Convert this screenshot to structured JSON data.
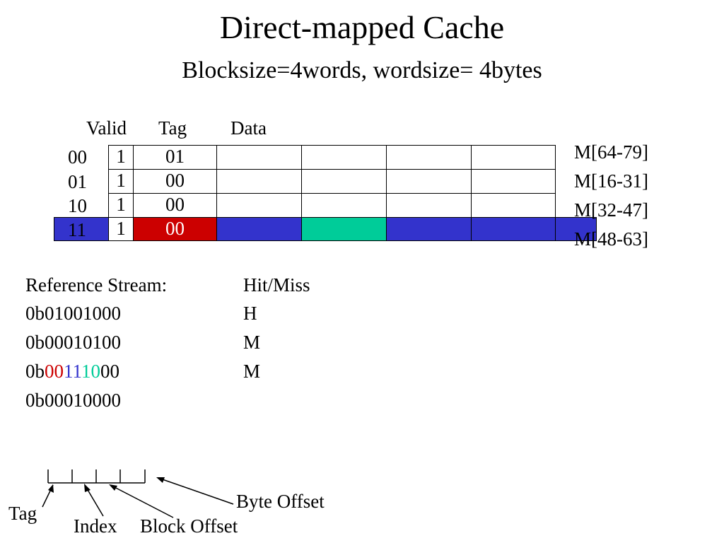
{
  "title": "Direct-mapped Cache",
  "subtitle": "Blocksize=4words, wordsize= 4bytes",
  "cache": {
    "headers": {
      "valid": "Valid",
      "tag": "Tag",
      "data": "Data"
    },
    "rows": [
      {
        "index": "00",
        "valid": "1",
        "tag": "01",
        "mem": "M[64-79]"
      },
      {
        "index": "01",
        "valid": "1",
        "tag": "00",
        "mem": "M[16-31]"
      },
      {
        "index": "10",
        "valid": "1",
        "tag": "00",
        "mem": "M[32-47]"
      },
      {
        "index": "11",
        "valid": "1",
        "tag": "00",
        "mem": "M[48-63]"
      }
    ]
  },
  "reference": {
    "stream_header": "Reference Stream:",
    "hitmiss_header": "Hit/Miss",
    "entries": [
      {
        "addr": "0b01001000",
        "result": "H"
      },
      {
        "addr": "0b00010100",
        "result": "M"
      },
      {
        "addr_parts": [
          "0b",
          "00",
          "11",
          "10",
          "00"
        ],
        "result": "M"
      },
      {
        "addr": "0b00010000",
        "result": ""
      }
    ]
  },
  "address_fields": {
    "tag": "Tag",
    "index": "Index",
    "block_offset": "Block Offset",
    "byte_offset": "Byte Offset"
  },
  "colors": {
    "highlight_row": "#3333cc",
    "tag_highlight": "#cc0000",
    "data_highlight": "#00cc99",
    "tag_bits": "#cc0000",
    "index_bits": "#3333cc",
    "offset_bits": "#00cc99"
  }
}
